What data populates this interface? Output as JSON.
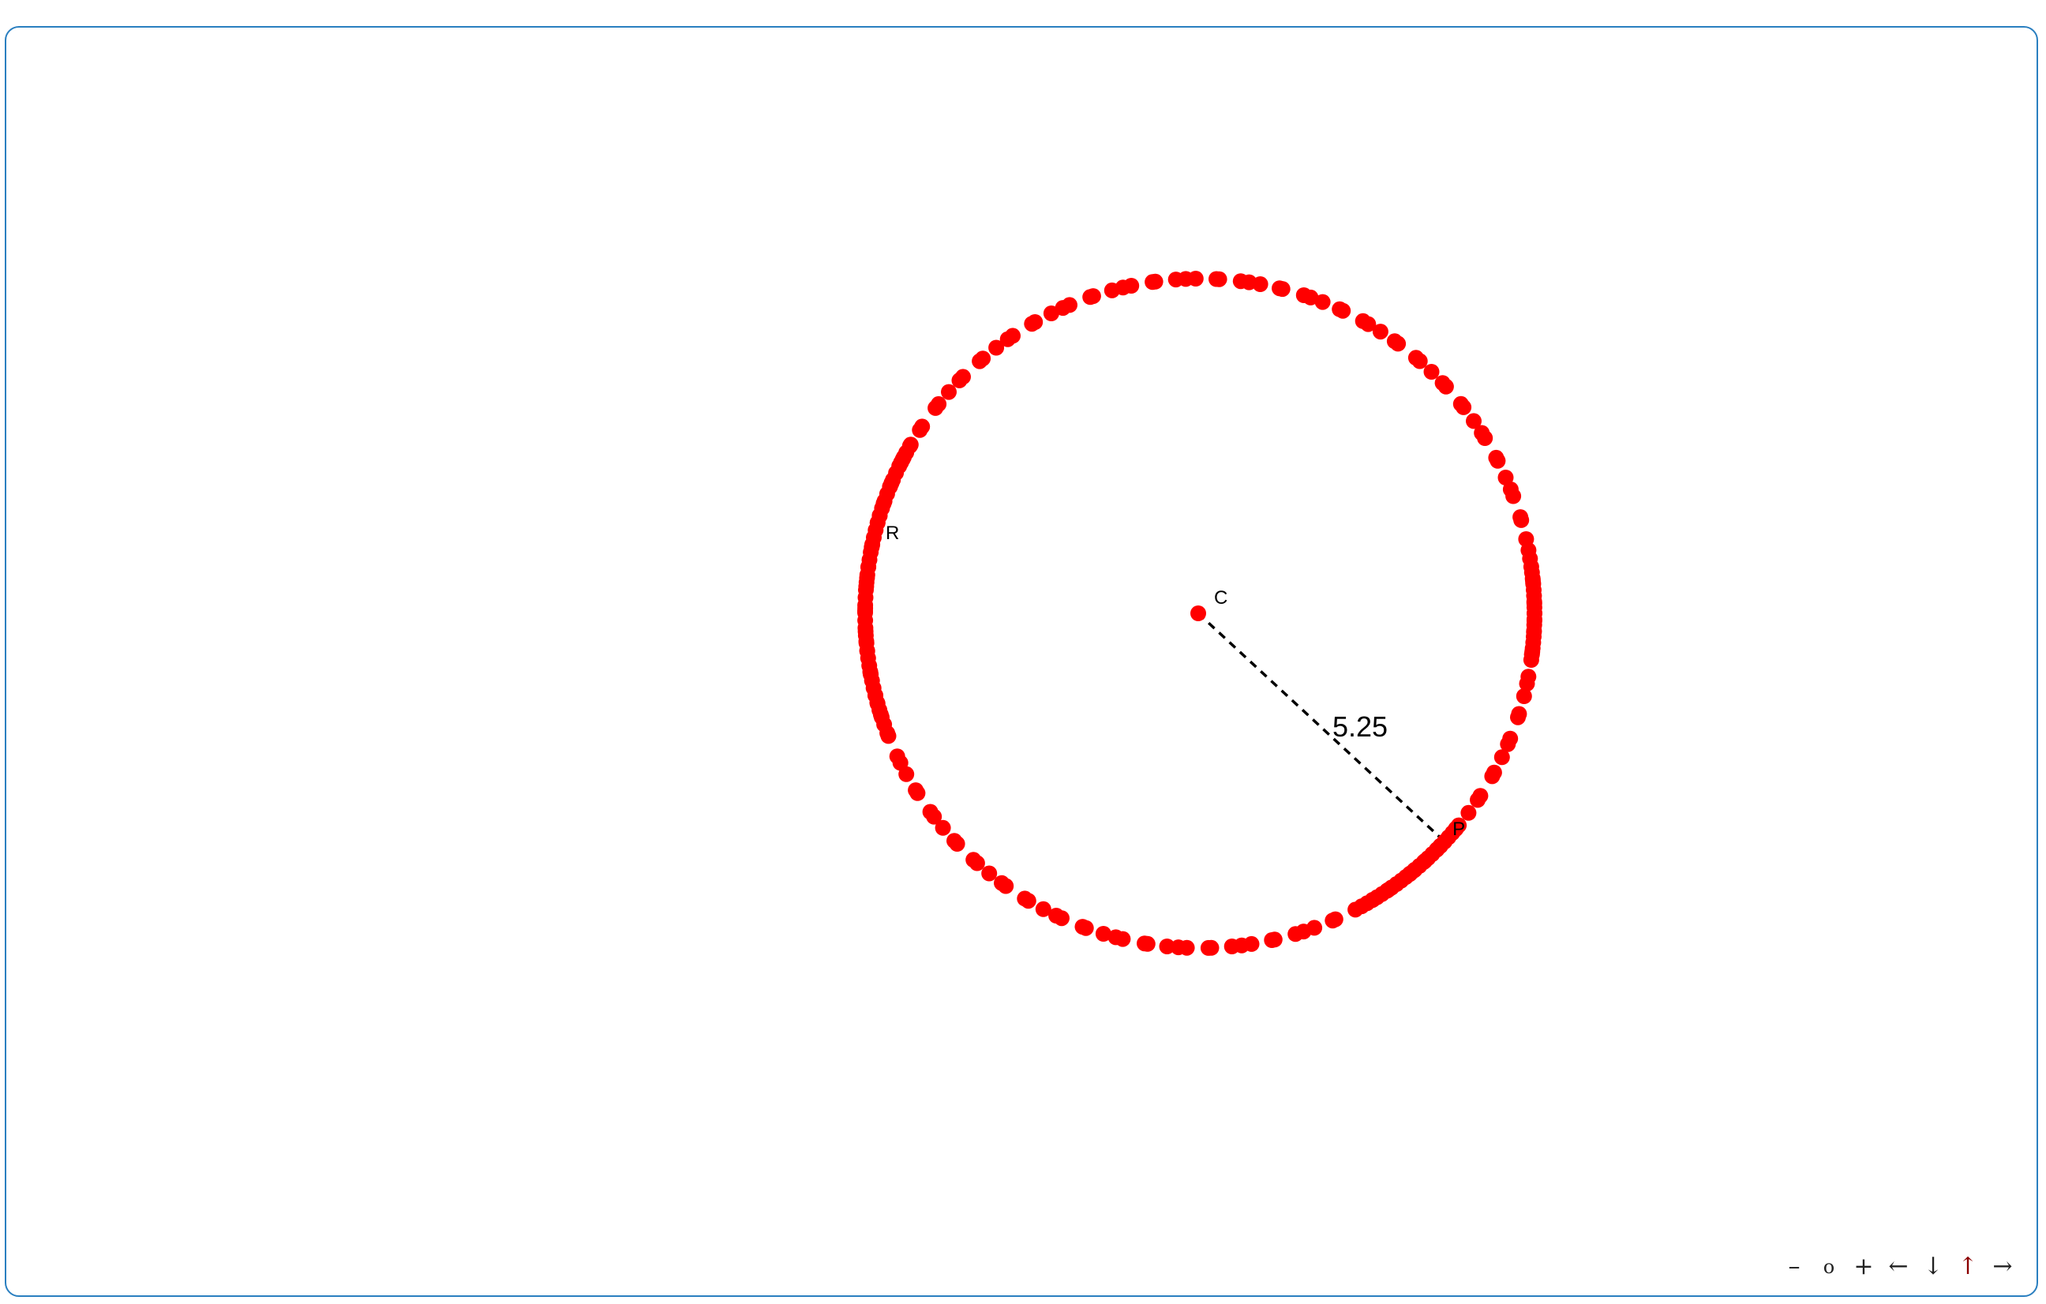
{
  "labels": {
    "center": "C",
    "radius_point": "R",
    "moving_point": "P",
    "distance": "5.25"
  },
  "navigation": {
    "zoom_out": "–",
    "reset": "o",
    "zoom_in": "+",
    "left": "←",
    "down": "↓",
    "up": "↑",
    "right": "→"
  },
  "colors": {
    "points": "#ff0000",
    "segment": "#000000",
    "border": "#2a7fc0",
    "nav_up_active": "#8b0000"
  }
}
